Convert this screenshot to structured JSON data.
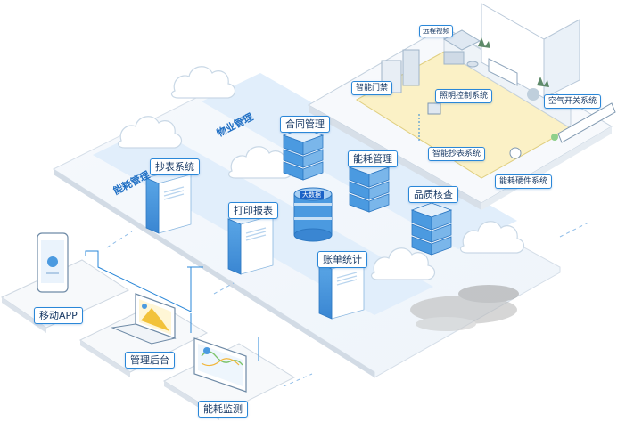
{
  "bands": {
    "property": "物业管理",
    "energy": "能耗管理"
  },
  "servers": {
    "contract": "合同管理",
    "meter": "抄表系统",
    "energy": "能耗管理",
    "quality": "品质核查",
    "print": "打印报表",
    "bill": "账单统计",
    "bigdata": "大数据"
  },
  "clients": {
    "mobile": "移动APP",
    "admin": "管理后台",
    "monitor": "能耗监测"
  },
  "building": {
    "remote_video": "远程视频",
    "access": "智能门禁",
    "lighting": "照明控制系统",
    "aircon": "空气开关系统",
    "smart_meter": "智能抄表系统",
    "hardware": "能耗硬件系统"
  },
  "colors": {
    "accent": "#2a87d8",
    "server_front": "#4b9ae0",
    "band": "#e3effb",
    "platform": "#f4f8fc",
    "room_floor": "#fbf1c6"
  }
}
